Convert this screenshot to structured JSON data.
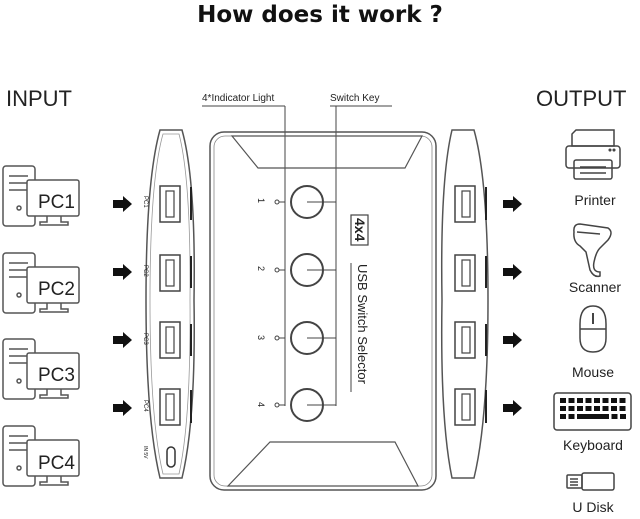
{
  "title": "How does it work ?",
  "input_heading": "INPUT",
  "output_heading": "OUTPUT",
  "callouts": {
    "indicator": "4*Indicator Light",
    "switch_key": "Switch Key"
  },
  "inputs": [
    {
      "label": "PC1",
      "port": "PC1"
    },
    {
      "label": "PC2",
      "port": "PC2"
    },
    {
      "label": "PC3",
      "port": "PC3"
    },
    {
      "label": "PC4",
      "port": "PC4"
    }
  ],
  "power_port": "IN 5V",
  "device": {
    "badge": "4x4",
    "name": "USB Switch Selector",
    "channels": [
      "1",
      "2",
      "3",
      "4"
    ]
  },
  "outputs": [
    {
      "label": "Printer",
      "icon": "printer-icon"
    },
    {
      "label": "Scanner",
      "icon": "scanner-icon"
    },
    {
      "label": "Mouse",
      "icon": "mouse-icon"
    },
    {
      "label": "Keyboard",
      "icon": "keyboard-icon"
    },
    {
      "label": "U Disk",
      "icon": "usb-drive-icon"
    }
  ],
  "colors": {
    "line": "#444444",
    "arrow": "#111111"
  }
}
